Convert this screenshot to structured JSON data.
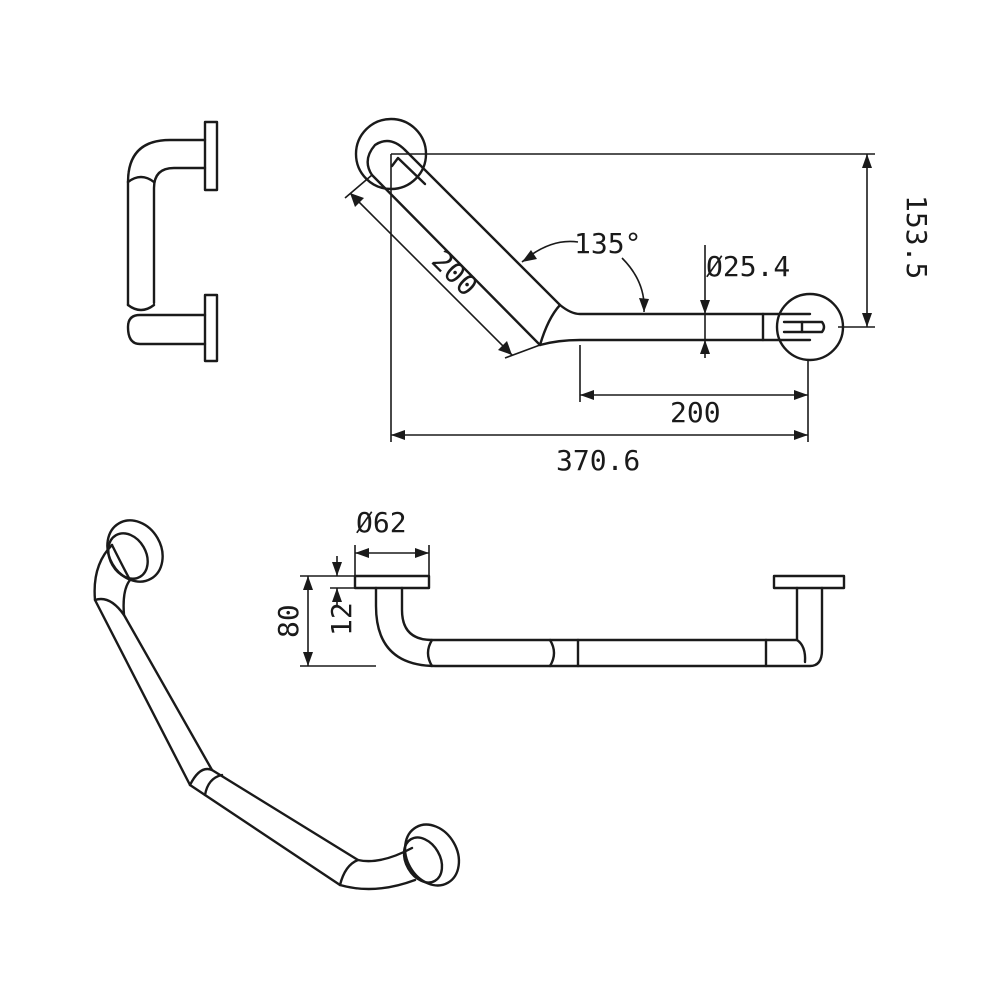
{
  "dimensions": {
    "bar_length_1": "200",
    "bar_length_2": "200",
    "angle": "135°",
    "tube_diameter": "Ø25.4",
    "height": "153.5",
    "total_width": "370.6",
    "flange_diameter": "Ø62",
    "projection": "80",
    "flange_thickness": "12"
  },
  "colors": {
    "line": "#1a1a1a",
    "background": "#ffffff"
  }
}
